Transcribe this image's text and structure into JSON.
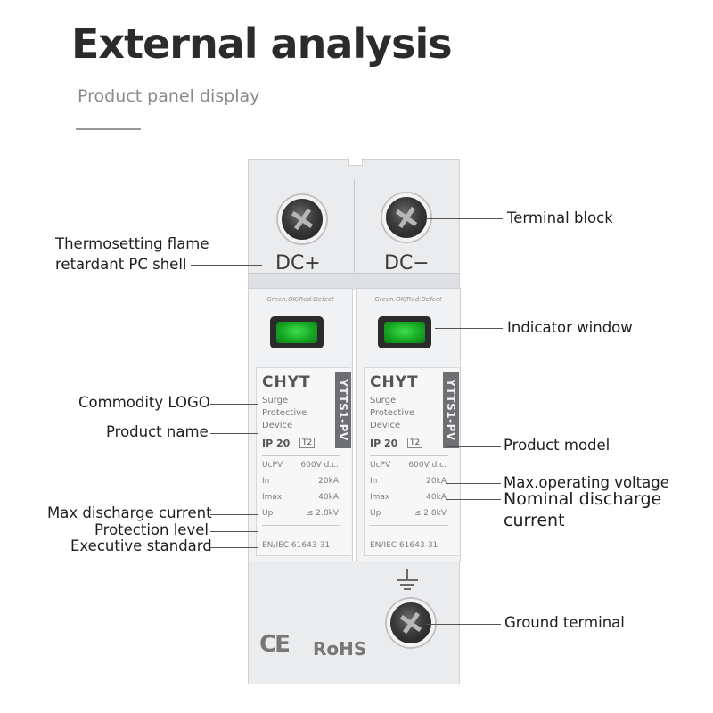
{
  "header": {
    "title": "External analysis",
    "subtitle": "Product panel display"
  },
  "device": {
    "terminals": [
      "DC+",
      "DC−"
    ],
    "indicator_tag": "Green:OK/Red:Defect",
    "brand": "CHYT",
    "product_name_lines": [
      "Surge",
      "Protective",
      "Device"
    ],
    "model": "YTTS1-PV",
    "ip_rating": "IP 20",
    "type_badge": "T2",
    "specs": [
      {
        "key": "UcPV",
        "value": "600V d.c."
      },
      {
        "key": "In",
        "value": "20kA"
      },
      {
        "key": "Imax",
        "value": "40kA"
      },
      {
        "key": "Up",
        "value": "≤ 2.8kV"
      }
    ],
    "standard": "EN/IEC 61643-31",
    "cert_marks": [
      "CE",
      "RoHS"
    ],
    "indicator_color": "#22c42f"
  },
  "callouts": {
    "shell": [
      "Thermosetting flame",
      "retardant PC shell"
    ],
    "terminal_block": "Terminal block",
    "indicator_window": "Indicator window",
    "logo": "Commodity LOGO",
    "product_name": "Product name",
    "product_model": "Product model",
    "max_voltage": "Max.operating voltage",
    "nominal_current": [
      "Nominal discharge",
      "current"
    ],
    "max_current": "Max discharge current",
    "protection_level": "Protection level",
    "standard": "Executive standard",
    "ground_terminal": "Ground terminal"
  }
}
